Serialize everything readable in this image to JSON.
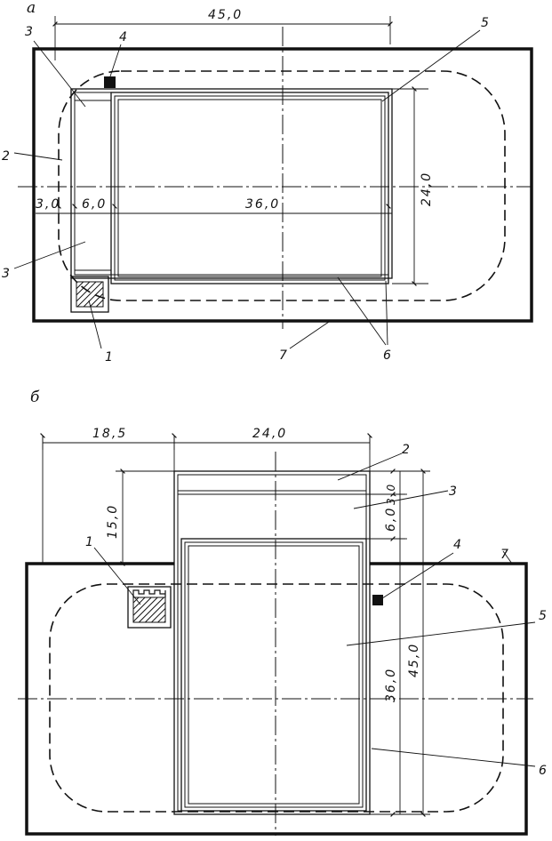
{
  "panel_a": {
    "letter": "а",
    "dims": {
      "length": "45,0",
      "width": "24,0",
      "left_margin": "3,0",
      "edge_strip": "6,0",
      "main": "36,0"
    },
    "callouts": {
      "c1": "1",
      "c2": "2",
      "c3a": "3",
      "c3b": "3",
      "c4": "4",
      "c5": "5",
      "c6": "6",
      "c7": "7"
    }
  },
  "panel_b": {
    "letter": "б",
    "dims": {
      "offset": "18,5",
      "width": "24,0",
      "overhang": "15,0",
      "strip_top": "3,0",
      "strip_mid": "6,0",
      "main": "36,0",
      "length": "45,0"
    },
    "callouts": {
      "c1": "1",
      "c2": "2",
      "c3": "3",
      "c4": "4",
      "c5": "5",
      "c6": "6",
      "c7": "7"
    }
  }
}
